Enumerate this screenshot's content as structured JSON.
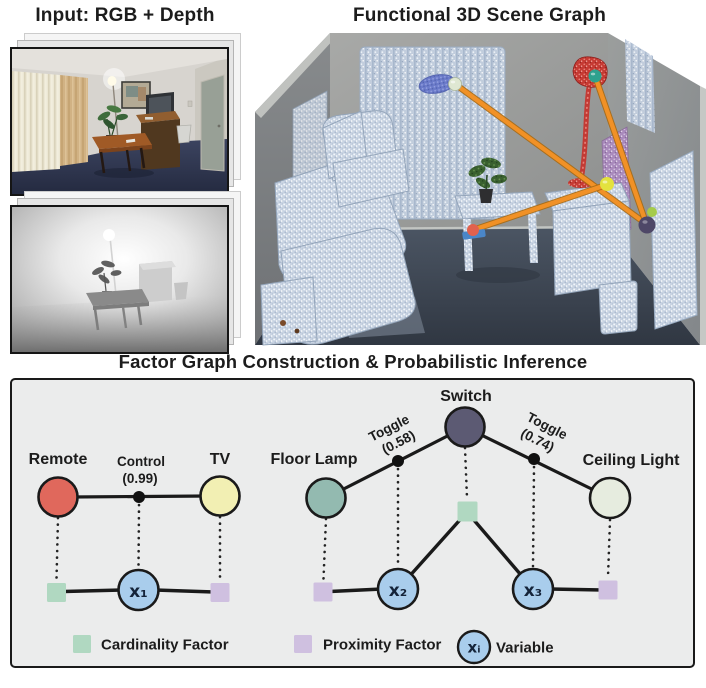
{
  "titles": {
    "input": "Input: RGB + Depth",
    "scene_graph": "Functional 3D Scene Graph",
    "factor_graph": "Factor Graph Construction & Probabilistic Inference"
  },
  "factor_graph": {
    "left": {
      "node_a": "Remote",
      "node_b": "TV",
      "edge_label": "Control",
      "edge_prob": "(0.99)",
      "variable": "x₁"
    },
    "right": {
      "node_left": "Floor Lamp",
      "node_top": "Switch",
      "node_right": "Ceiling Light",
      "edge_left_label": "Toggle",
      "edge_left_prob": "(0.58)",
      "edge_right_label": "Toggle",
      "edge_right_prob": "(0.74)",
      "variable_left": "x₂",
      "variable_right": "x₃"
    },
    "legend": {
      "cardinality": "Cardinality Factor",
      "proximity": "Proximity  Factor",
      "variable_symbol": "xᵢ",
      "variable": "Variable"
    }
  },
  "colors": {
    "remote": "#e0685c",
    "tv": "#f2efb3",
    "floor_lamp": "#93bab0",
    "switch": "#5c5a73",
    "ceiling_light": "#e6ecdf",
    "variable": "#a9cdec",
    "cardinality": "#b0d8c1",
    "proximity": "#cfc0e0",
    "relation_orange": "#f19126",
    "panel_background": "#ebecec"
  }
}
